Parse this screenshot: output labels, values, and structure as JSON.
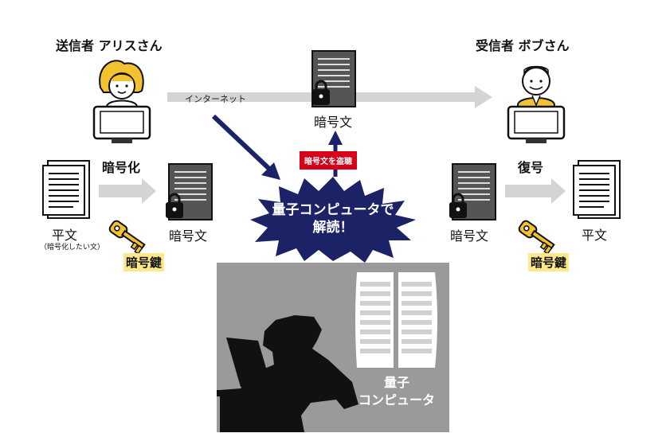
{
  "sender": {
    "title": "送信者 アリスさん",
    "encrypt_label": "暗号化"
  },
  "receiver": {
    "title": "受信者 ボブさん",
    "decrypt_label": "復号"
  },
  "internet": {
    "label": "インターネット"
  },
  "ciphertext_label": "暗号文",
  "plaintext": {
    "label": "平文",
    "note": "（暗号化したい文）"
  },
  "key_label": "暗号鍵",
  "stolen_badge": "暗号文を盗聴",
  "attack": {
    "line1": "量子コンピュータで",
    "line2": "解読！"
  },
  "quantum_computer": {
    "line1": "量子",
    "line2": "コンピュータ"
  },
  "colors": {
    "navy": "#1b2266",
    "key": "#f2c230",
    "key_bg": "#fde98a",
    "badge": "#d7001a",
    "gray_panel": "#9a9a9a",
    "arrow": "#d4d4d4"
  }
}
